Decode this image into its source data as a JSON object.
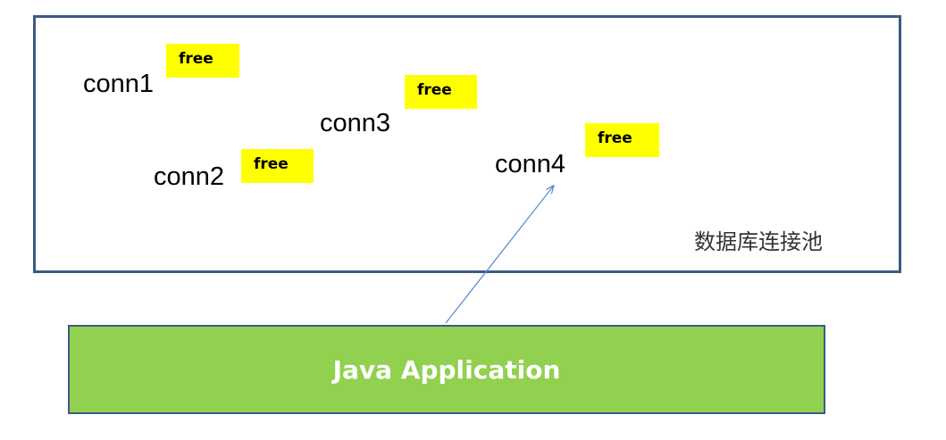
{
  "pool": {
    "label": "数据库连接池",
    "connections": [
      {
        "name": "conn1",
        "status": "free"
      },
      {
        "name": "conn2",
        "status": "free"
      },
      {
        "name": "conn3",
        "status": "free"
      },
      {
        "name": "conn4",
        "status": "free"
      }
    ]
  },
  "app": {
    "label": "Java Application"
  },
  "colors": {
    "border": "#3b5a86",
    "badge": "#ffff00",
    "app_fill": "#92d050",
    "arrow": "#5b8fd0"
  }
}
